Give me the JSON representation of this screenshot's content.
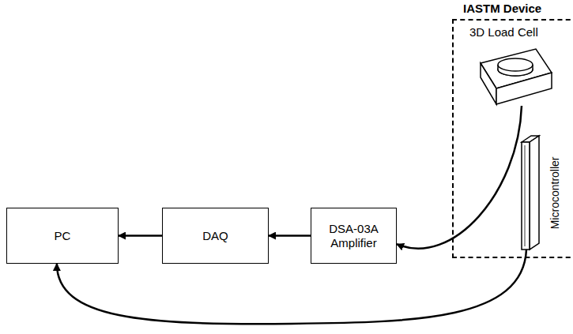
{
  "diagram": {
    "nodes": [
      {
        "text": [
          "IASTM Device"
        ]
      },
      {
        "text": [
          "3D Load Cell"
        ],
        "in": 0
      },
      {
        "text": [
          "Microcontroller"
        ],
        "in": 0
      },
      {
        "text": [
          "PC"
        ]
      },
      {
        "text": [
          "DAQ"
        ]
      },
      {
        "text": [
          "DSA-03A Amplifier"
        ]
      }
    ],
    "edges": [
      {
        "from": 4,
        "to": 3,
        "arrow": "to"
      },
      {
        "from": 5,
        "to": 4,
        "arrow": "to"
      },
      {
        "from": 1,
        "to": 5,
        "arrow": "to"
      },
      {
        "from": 2,
        "to": 3,
        "arrow": "to"
      }
    ]
  }
}
